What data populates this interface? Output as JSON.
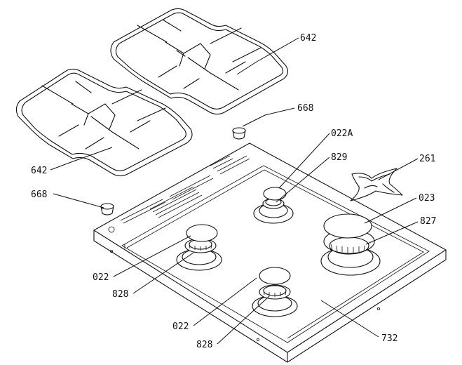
{
  "parts": {
    "grate_upper": "642",
    "grate_lower": "642",
    "foot_upper": "668",
    "foot_lower": "668",
    "cap_small_top": "022A",
    "ring_small_top": "829",
    "wok_support": "261",
    "cap_large": "023",
    "ring_large": "827",
    "cap_left": "022",
    "ring_left": "828",
    "cap_front": "022",
    "ring_front": "828",
    "hob_tray": "732"
  }
}
